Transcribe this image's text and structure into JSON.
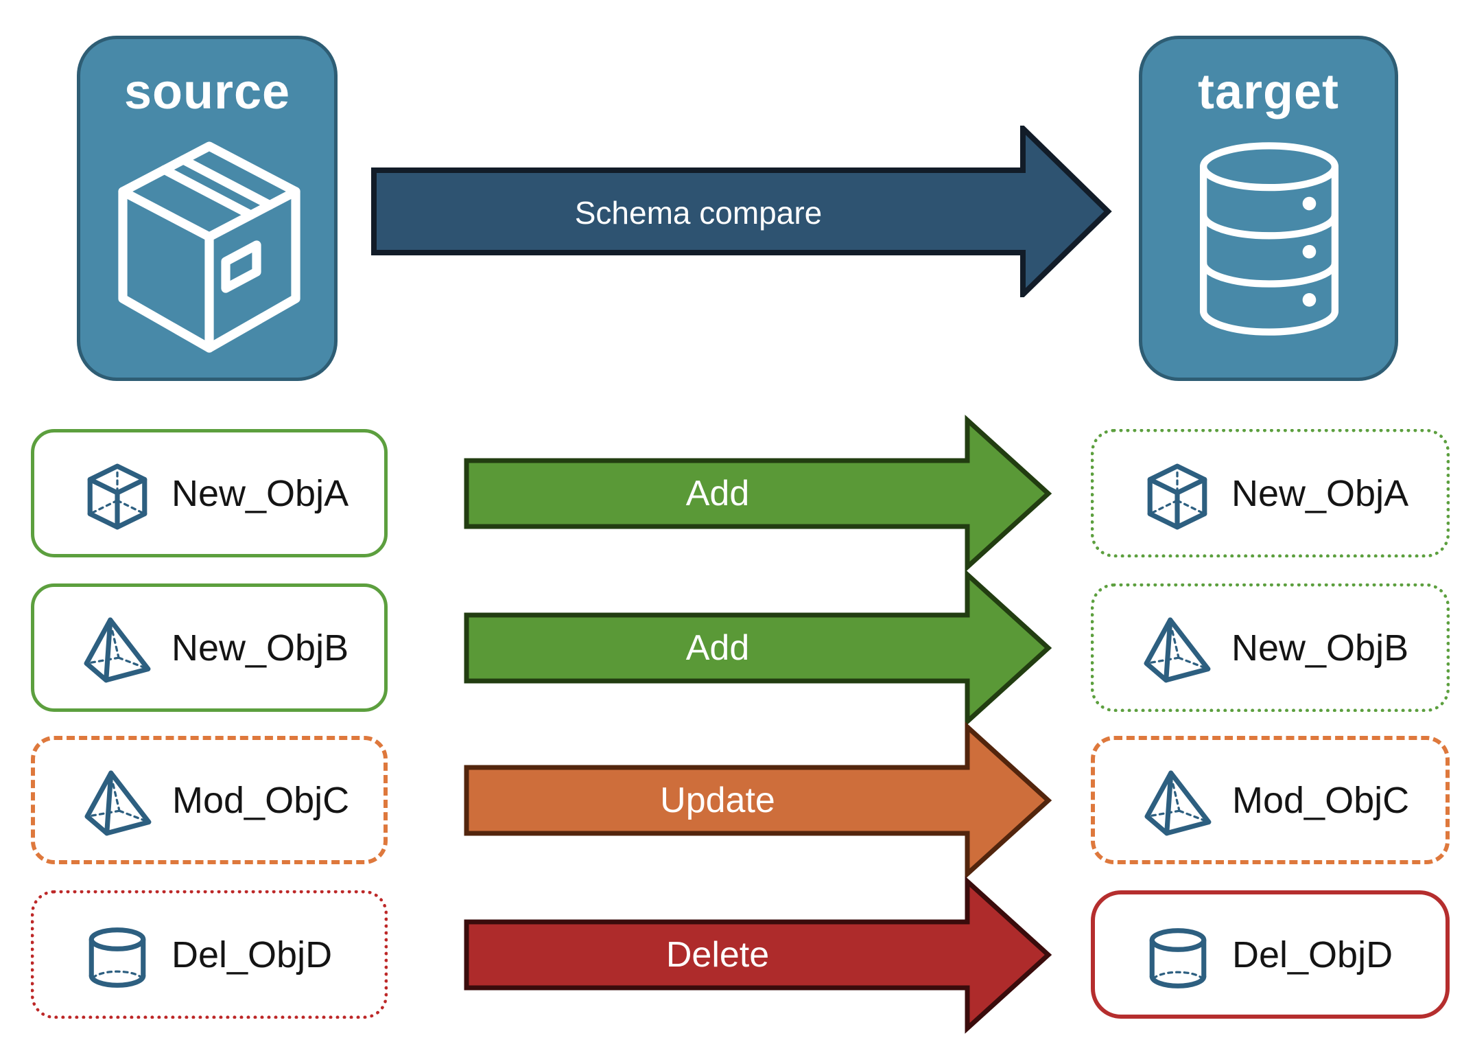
{
  "top": {
    "source": {
      "label": "source",
      "icon": "package-icon"
    },
    "compare_arrow": {
      "label": "Schema compare"
    },
    "target": {
      "label": "target",
      "icon": "database-icon"
    }
  },
  "rows": [
    {
      "object_name": "New_ObjA",
      "action": "Add",
      "icon": "cube-icon",
      "source_border": "solid-green",
      "target_border": "dotted-green",
      "arrow_color": "green"
    },
    {
      "object_name": "New_ObjB",
      "action": "Add",
      "icon": "pyramid-icon",
      "source_border": "solid-green",
      "target_border": "dotted-green",
      "arrow_color": "green"
    },
    {
      "object_name": "Mod_ObjC",
      "action": "Update",
      "icon": "pyramid-icon",
      "source_border": "dashed-orange",
      "target_border": "dashed-orange",
      "arrow_color": "orange"
    },
    {
      "object_name": "Del_ObjD",
      "action": "Delete",
      "icon": "cylinder-icon",
      "source_border": "dotted-red",
      "target_border": "solid-red",
      "arrow_color": "red"
    }
  ],
  "colors": {
    "node_fill": "#4889A8",
    "node_border": "#2E5D74",
    "schema_arrow_fill": "#2E5371",
    "schema_arrow_border": "#121C28",
    "add_arrow_fill": "#5A9937",
    "add_arrow_border": "#223D11",
    "update_arrow_fill": "#CE6E3B",
    "update_arrow_border": "#52250D",
    "delete_arrow_fill": "#AE2B2B",
    "delete_arrow_border": "#3A0C0C",
    "green_border": "#5C9F3E",
    "orange_border": "#DE783C",
    "red_dotted_border": "#BD2828",
    "red_solid_border": "#B52E2E",
    "object_icon_stroke": "#2D5F80",
    "label_text": "#141414",
    "arrow_text": "#FFFFFF"
  }
}
